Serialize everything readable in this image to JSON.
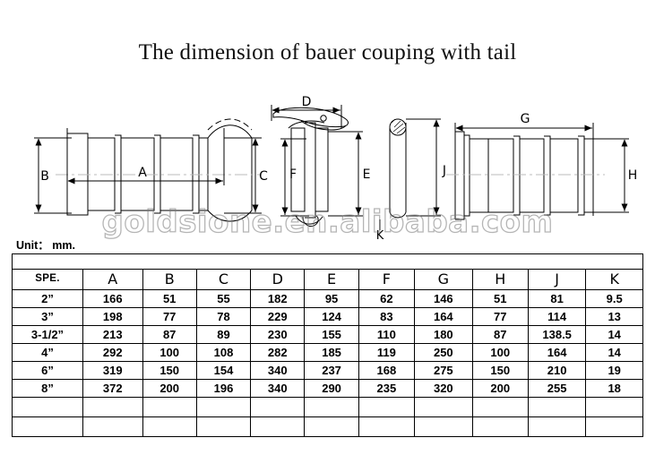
{
  "title": "The dimension of bauer couping with tail",
  "unit_label": "Unit： mm.",
  "watermark": "goldsione.en.alibaba.com",
  "drawings": {
    "left": {
      "name": "bauer-coupling-male-tail",
      "dimension_labels": [
        "A",
        "B",
        "C"
      ]
    },
    "middle": {
      "name": "bauer-coupling-female-lever",
      "dimension_labels": [
        "D",
        "F",
        "E",
        "J",
        "K"
      ]
    },
    "right": {
      "name": "bauer-coupling-female-tail",
      "dimension_labels": [
        "G",
        "H"
      ]
    }
  },
  "table": {
    "headers": [
      "SPE.",
      "A",
      "B",
      "C",
      "D",
      "E",
      "F",
      "G",
      "H",
      "J",
      "K"
    ],
    "rows": [
      [
        "2”",
        "166",
        "51",
        "55",
        "182",
        "95",
        "62",
        "146",
        "51",
        "81",
        "9.5"
      ],
      [
        "3”",
        "198",
        "77",
        "78",
        "229",
        "124",
        "83",
        "164",
        "77",
        "114",
        "13"
      ],
      [
        "3-1/2”",
        "213",
        "87",
        "89",
        "230",
        "155",
        "110",
        "180",
        "87",
        "138.5",
        "14"
      ],
      [
        "4”",
        "292",
        "100",
        "108",
        "282",
        "185",
        "119",
        "250",
        "100",
        "164",
        "14"
      ],
      [
        "6”",
        "319",
        "150",
        "154",
        "340",
        "237",
        "168",
        "275",
        "150",
        "210",
        "19"
      ],
      [
        "8”",
        "372",
        "200",
        "196",
        "340",
        "290",
        "235",
        "320",
        "200",
        "255",
        "18"
      ]
    ],
    "blank_rows_top": 1,
    "blank_rows_bottom": 2
  },
  "colors": {
    "line": "#000000",
    "background": "#ffffff",
    "watermark": "#787878"
  }
}
